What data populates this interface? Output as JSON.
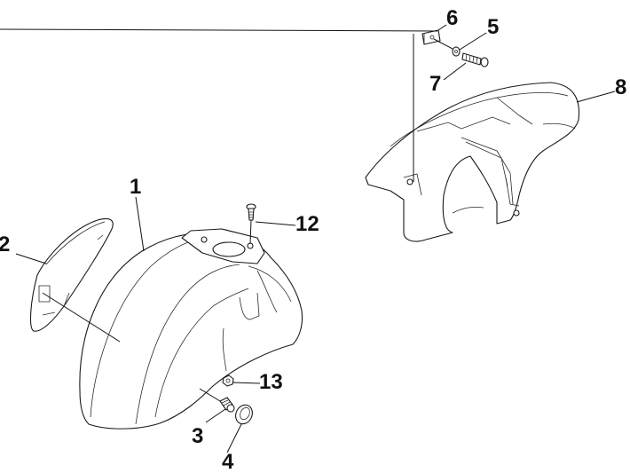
{
  "diagram": {
    "type": "exploded-parts-view",
    "subject": "Front fender and rear mudguard assembly",
    "callouts": [
      {
        "id": "c1",
        "label": "1",
        "part": "front fender"
      },
      {
        "id": "c2",
        "label": "2",
        "part": "fender trim / side cover"
      },
      {
        "id": "c3",
        "label": "3",
        "part": "screw"
      },
      {
        "id": "c4",
        "label": "4",
        "part": "rubber grommet"
      },
      {
        "id": "c5",
        "label": "5",
        "part": "washer"
      },
      {
        "id": "c6",
        "label": "6",
        "part": "clip nut"
      },
      {
        "id": "c7",
        "label": "7",
        "part": "bolt"
      },
      {
        "id": "c8",
        "label": "8",
        "part": "rear mudguard"
      },
      {
        "id": "c12",
        "label": "12",
        "part": "screw"
      },
      {
        "id": "c13",
        "label": "13",
        "part": "nut"
      }
    ],
    "colors": {
      "line": "#1a1a1a",
      "background": "#ffffff"
    }
  }
}
